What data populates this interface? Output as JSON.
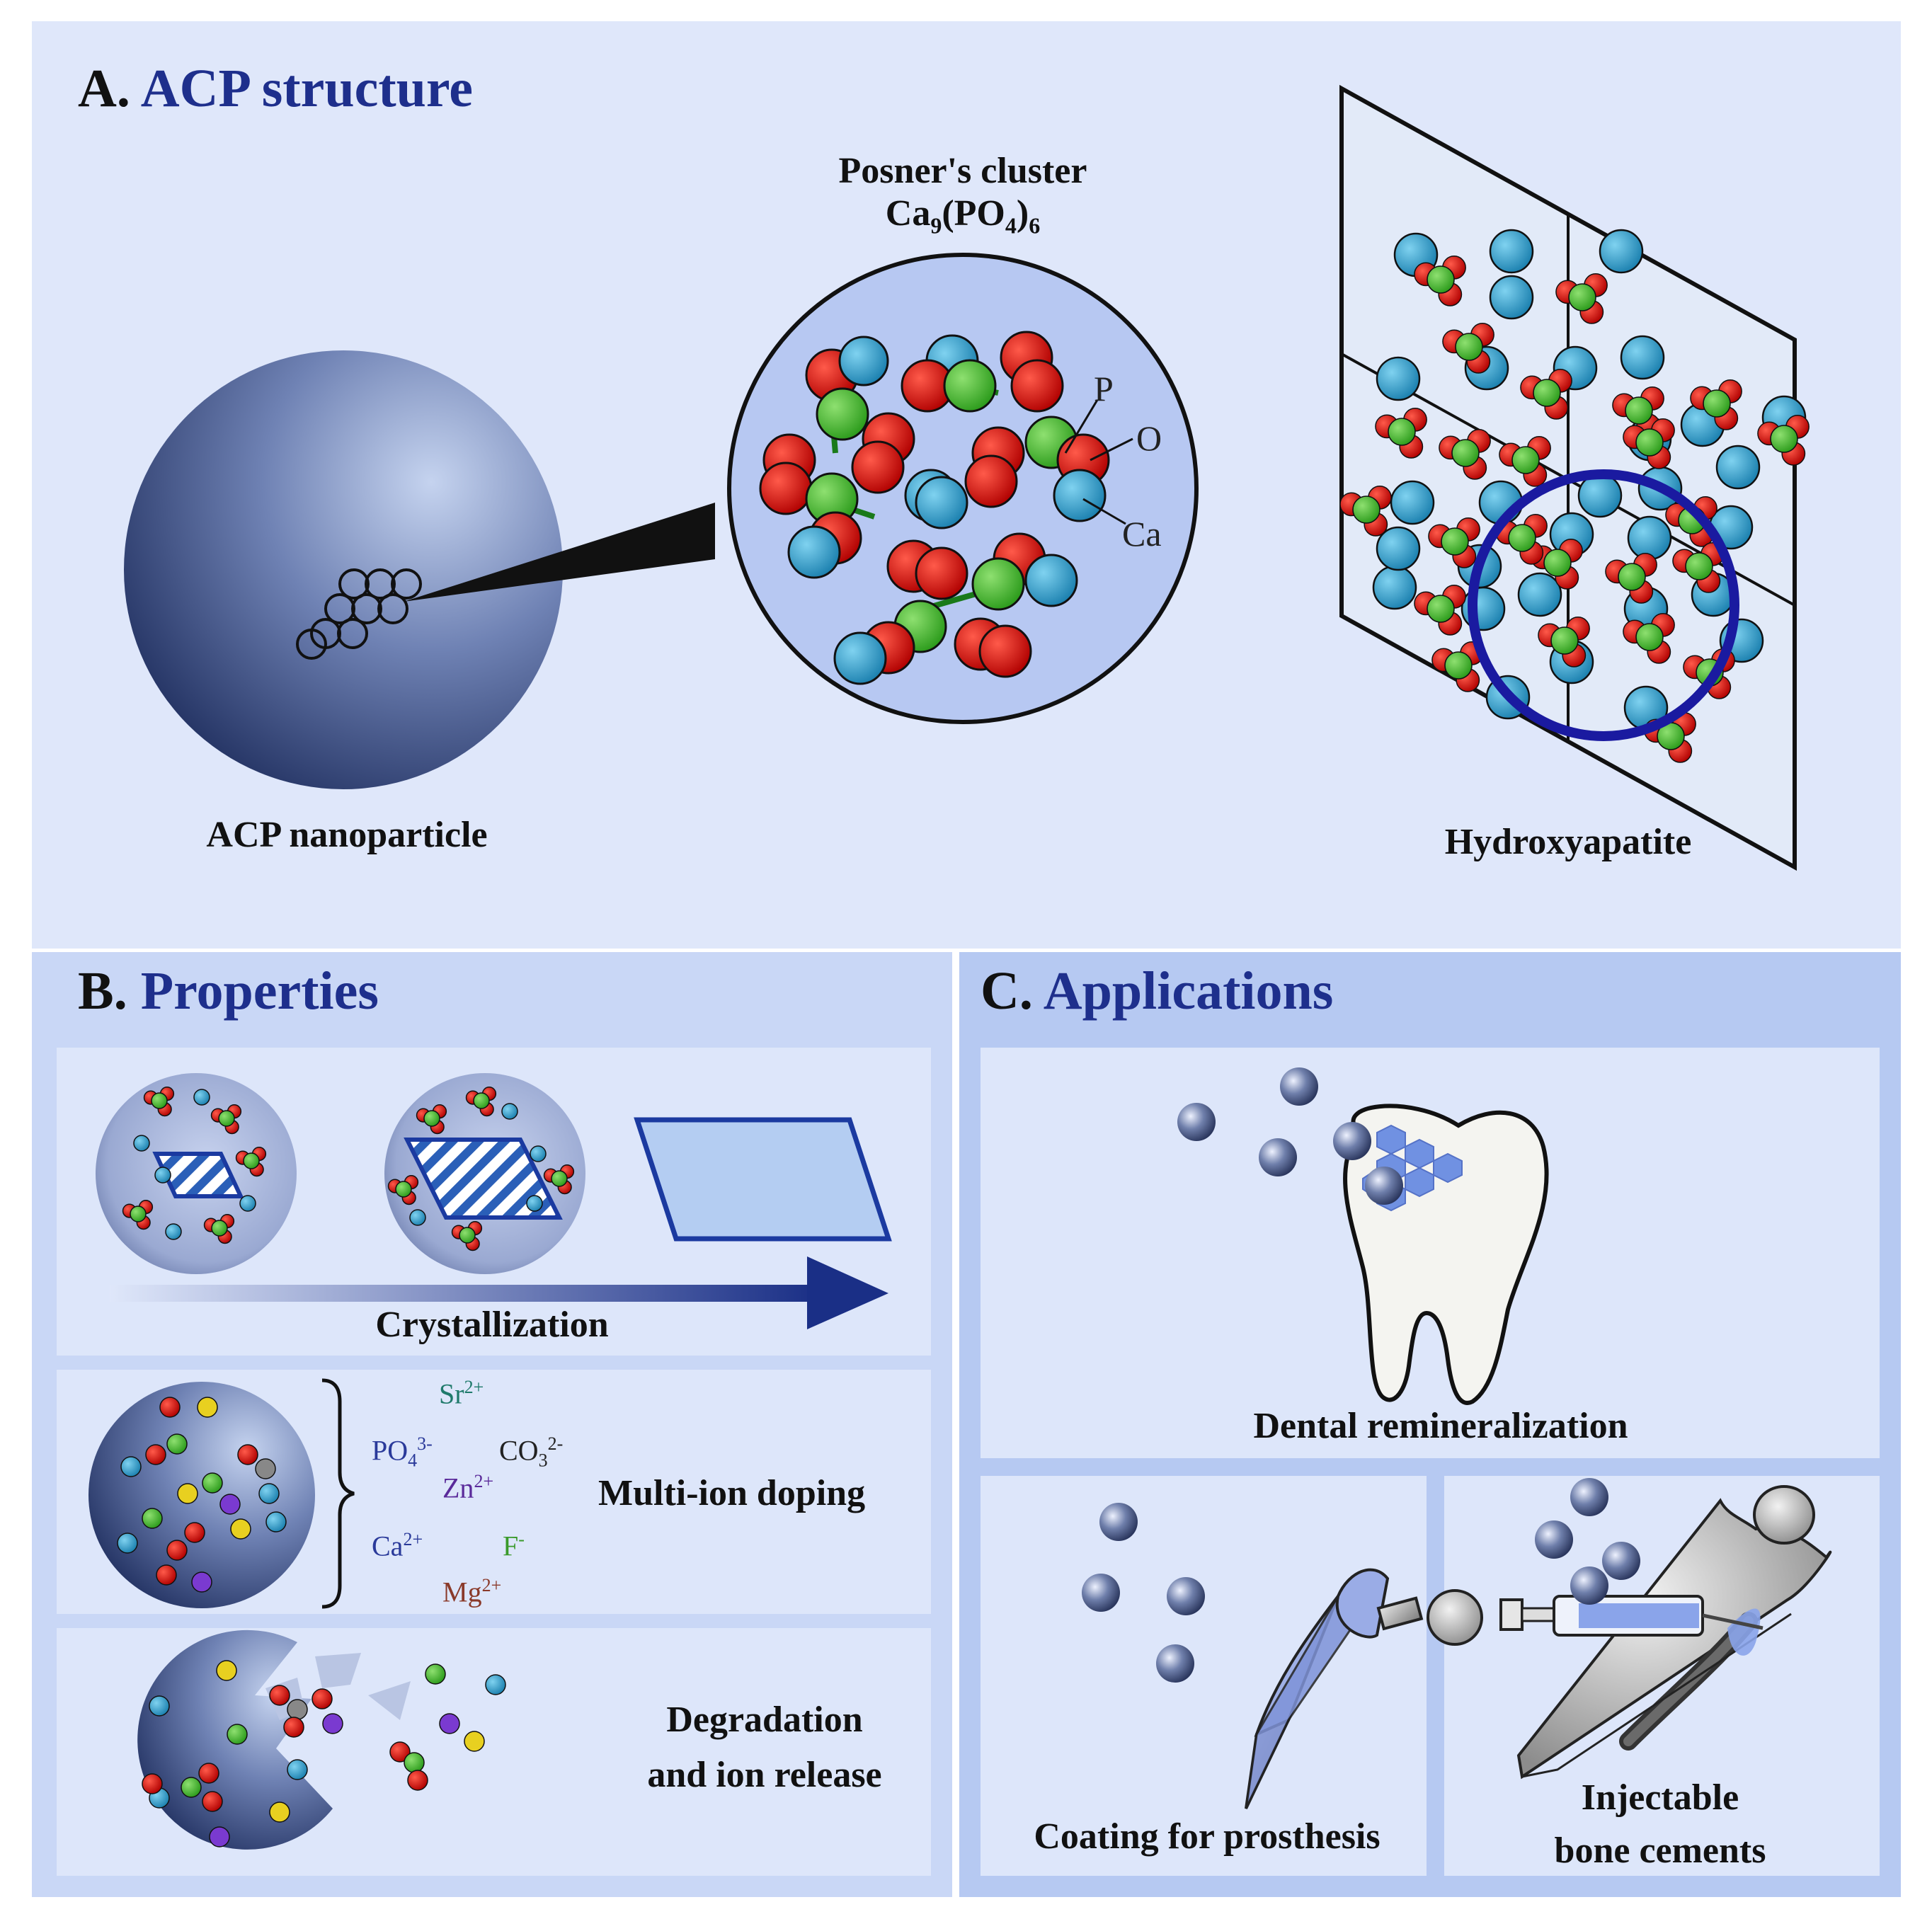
{
  "panel_a": {
    "letter": "A.",
    "title": "ACP structure",
    "posner_title": "Posner's cluster",
    "posner_formula": {
      "ca": "Ca",
      "ca_sub": "9",
      "mid": "(PO",
      "po_sub": "4",
      "close": ")",
      "tail_sub": "6"
    },
    "atom_labels": {
      "p": "P",
      "o": "O",
      "ca": "Ca"
    },
    "nanoparticle_label": "ACP nanoparticle",
    "hydroxyapatite_label": "Hydroxyapatite"
  },
  "panel_b": {
    "letter": "B.",
    "title": "Properties",
    "crystallization_label": "Crystallization",
    "doping_label": "Multi-ion doping",
    "degradation_label_1": "Degradation",
    "degradation_label_2": "and ion release",
    "ions": {
      "sr": {
        "base": "Sr",
        "sup": "2+",
        "color": "#1f7a6b"
      },
      "po4": {
        "base": "PO",
        "sub": "4",
        "sup": "3-",
        "color": "#2a3a9a"
      },
      "co3": {
        "base": "CO",
        "sub": "3",
        "sup": "2-",
        "color": "#222222"
      },
      "zn": {
        "base": "Zn",
        "sup": "2+",
        "color": "#5a2a9a"
      },
      "ca": {
        "base": "Ca",
        "sup": "2+",
        "color": "#2a3a9a"
      },
      "f": {
        "base": "F",
        "sup": "-",
        "color": "#3a9a2a"
      },
      "mg": {
        "base": "Mg",
        "sup": "2+",
        "color": "#8a3a2a"
      }
    }
  },
  "panel_c": {
    "letter": "C.",
    "title": "Applications",
    "dental_label": "Dental remineralization",
    "coating_label": "Coating for prosthesis",
    "cement_label_1": "Injectable",
    "cement_label_2": "bone cements"
  },
  "colors": {
    "accent": "#1e2f8c",
    "bg_a": "#dfe7fa",
    "bg_bc": "#c8d6f6",
    "box": "#dde6fa",
    "oxygen": "#d40000",
    "phosphorus": "#3cb82c",
    "calcium": "#2a9bc8"
  }
}
